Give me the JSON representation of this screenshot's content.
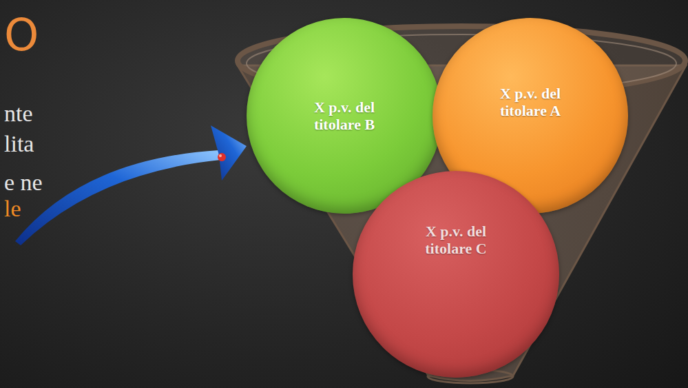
{
  "diagram": {
    "title": "O",
    "nodes": [
      {
        "text": [
          "X p.v. del titolare B"
        ]
      },
      {
        "text": [
          "X p.v. del titolare A"
        ]
      },
      {
        "text": [
          "X p.v. del titolare C"
        ]
      }
    ],
    "labels": [
      "nte",
      "lita",
      "e ne",
      "le"
    ]
  }
}
